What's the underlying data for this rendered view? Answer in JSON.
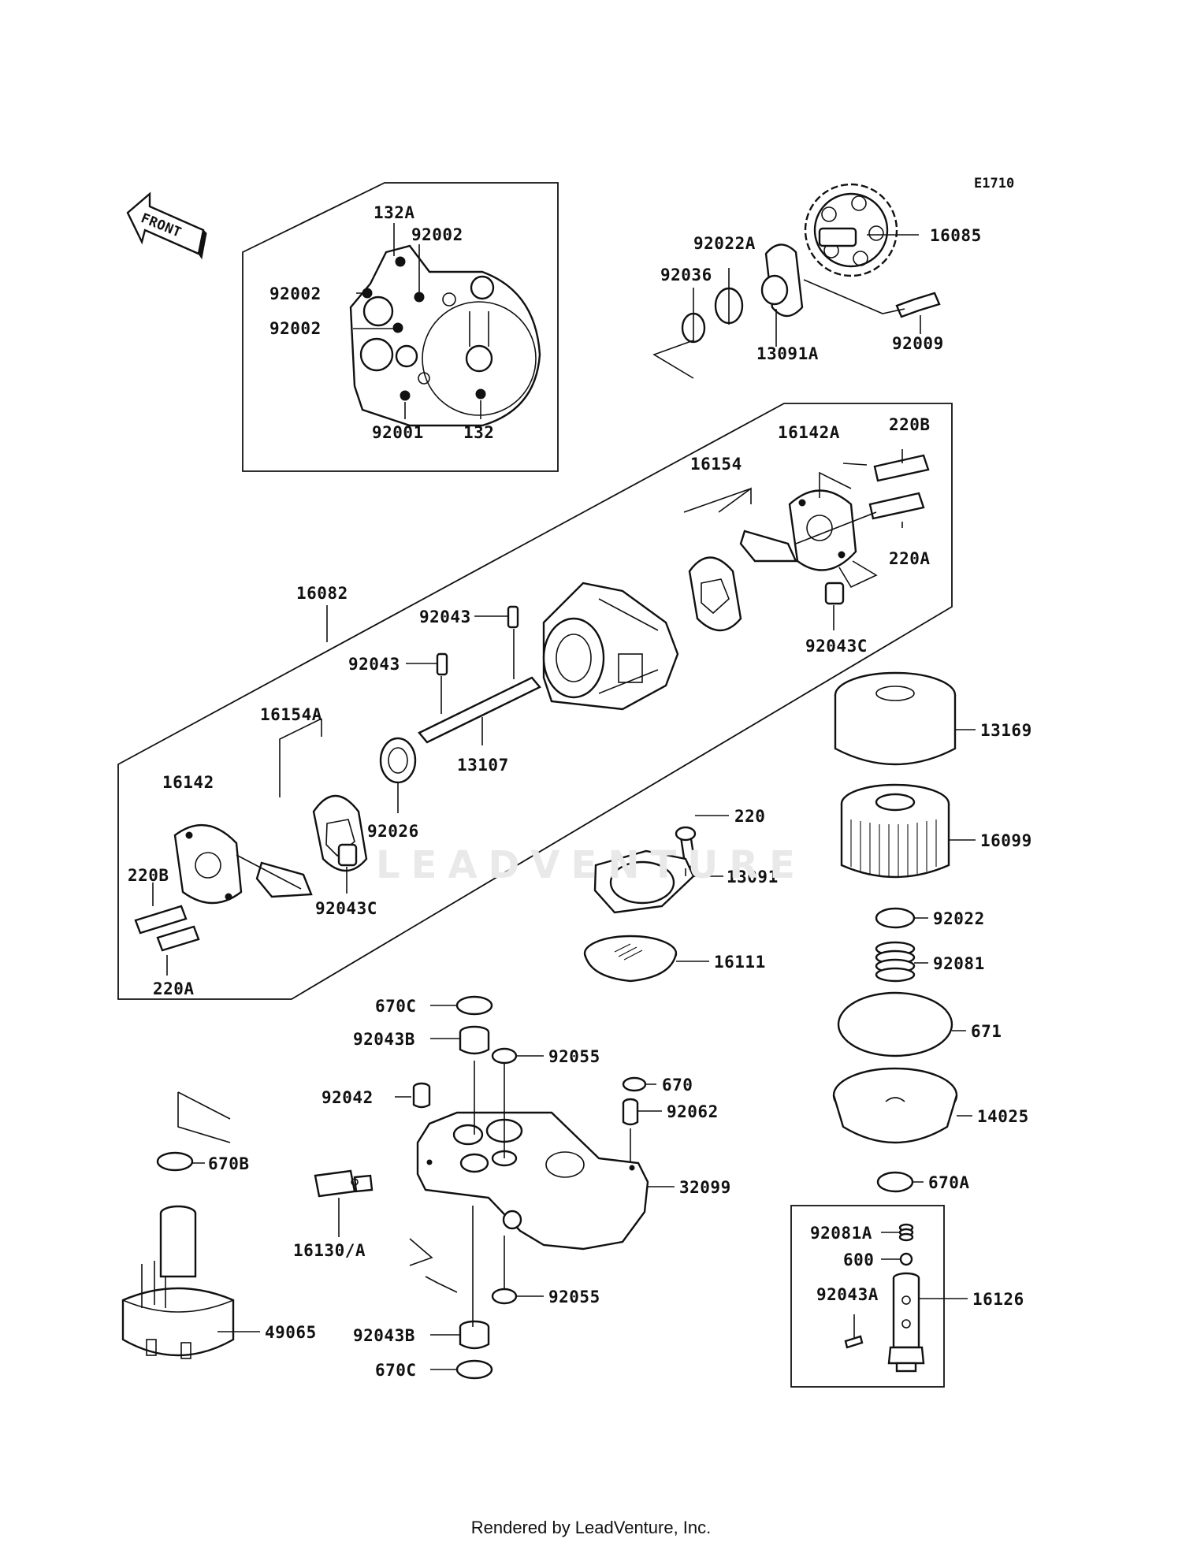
{
  "diagram_code": "E1710",
  "front_label": "FRONT",
  "watermark": "LEADVENTURE",
  "footer": "Rendered by LeadVenture, Inc.",
  "labels": {
    "p132A": "132A",
    "p92002_a": "92002",
    "p92002_b": "92002",
    "p92002_c": "92002",
    "p92001": "92001",
    "p132": "132",
    "p16085": "16085",
    "p92022A": "92022A",
    "p92036": "92036",
    "p13091A": "13091A",
    "p92009": "92009",
    "p16142A": "16142A",
    "p220B_top": "220B",
    "p16154": "16154",
    "p220A_top": "220A",
    "p16082": "16082",
    "p92043_a": "92043",
    "p92043_b": "92043",
    "p92043C_top": "92043C",
    "p16154A": "16154A",
    "p13107": "13107",
    "p16142": "16142",
    "p92026": "92026",
    "p220B_bot": "220B",
    "p92043C_bot": "92043C",
    "p220A_bot": "220A",
    "p13169": "13169",
    "p220": "220",
    "p16099": "16099",
    "p13091": "13091",
    "p92022": "92022",
    "p16111": "16111",
    "p92081": "92081",
    "p671": "671",
    "p670C_top": "670C",
    "p92043B_top": "92043B",
    "p92055_top": "92055",
    "p670": "670",
    "p92042": "92042",
    "p92062": "92062",
    "p14025": "14025",
    "p32099": "32099",
    "p670B": "670B",
    "p670A": "670A",
    "p16130A": "16130/A",
    "p92081A": "92081A",
    "p600": "600",
    "p92043A": "92043A",
    "p16126": "16126",
    "p92055_bot": "92055",
    "p92043B_bot": "92043B",
    "p49065": "49065",
    "p670C_bot": "670C"
  }
}
